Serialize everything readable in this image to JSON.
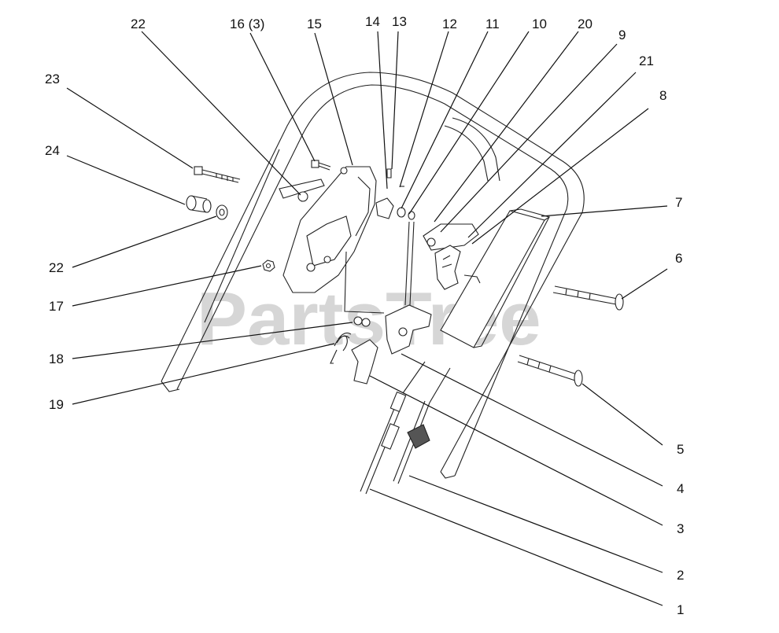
{
  "watermark": "PartsTree",
  "callouts": [
    {
      "id": "c1",
      "text": "1"
    },
    {
      "id": "c2",
      "text": "2"
    },
    {
      "id": "c3",
      "text": "3"
    },
    {
      "id": "c4",
      "text": "4"
    },
    {
      "id": "c5",
      "text": "5"
    },
    {
      "id": "c6",
      "text": "6"
    },
    {
      "id": "c7",
      "text": "7"
    },
    {
      "id": "c8",
      "text": "8"
    },
    {
      "id": "c9",
      "text": "9"
    },
    {
      "id": "c10",
      "text": "10"
    },
    {
      "id": "c11",
      "text": "11"
    },
    {
      "id": "c12",
      "text": "12"
    },
    {
      "id": "c13",
      "text": "13"
    },
    {
      "id": "c14",
      "text": "14"
    },
    {
      "id": "c15",
      "text": "15"
    },
    {
      "id": "c16",
      "text": "16 (3)"
    },
    {
      "id": "c17",
      "text": "17"
    },
    {
      "id": "c18",
      "text": "18"
    },
    {
      "id": "c19",
      "text": "19"
    },
    {
      "id": "c20",
      "text": "20"
    },
    {
      "id": "c21",
      "text": "21"
    },
    {
      "id": "c22a",
      "text": "22"
    },
    {
      "id": "c22b",
      "text": "22"
    },
    {
      "id": "c23",
      "text": "23"
    },
    {
      "id": "c24",
      "text": "24"
    }
  ]
}
